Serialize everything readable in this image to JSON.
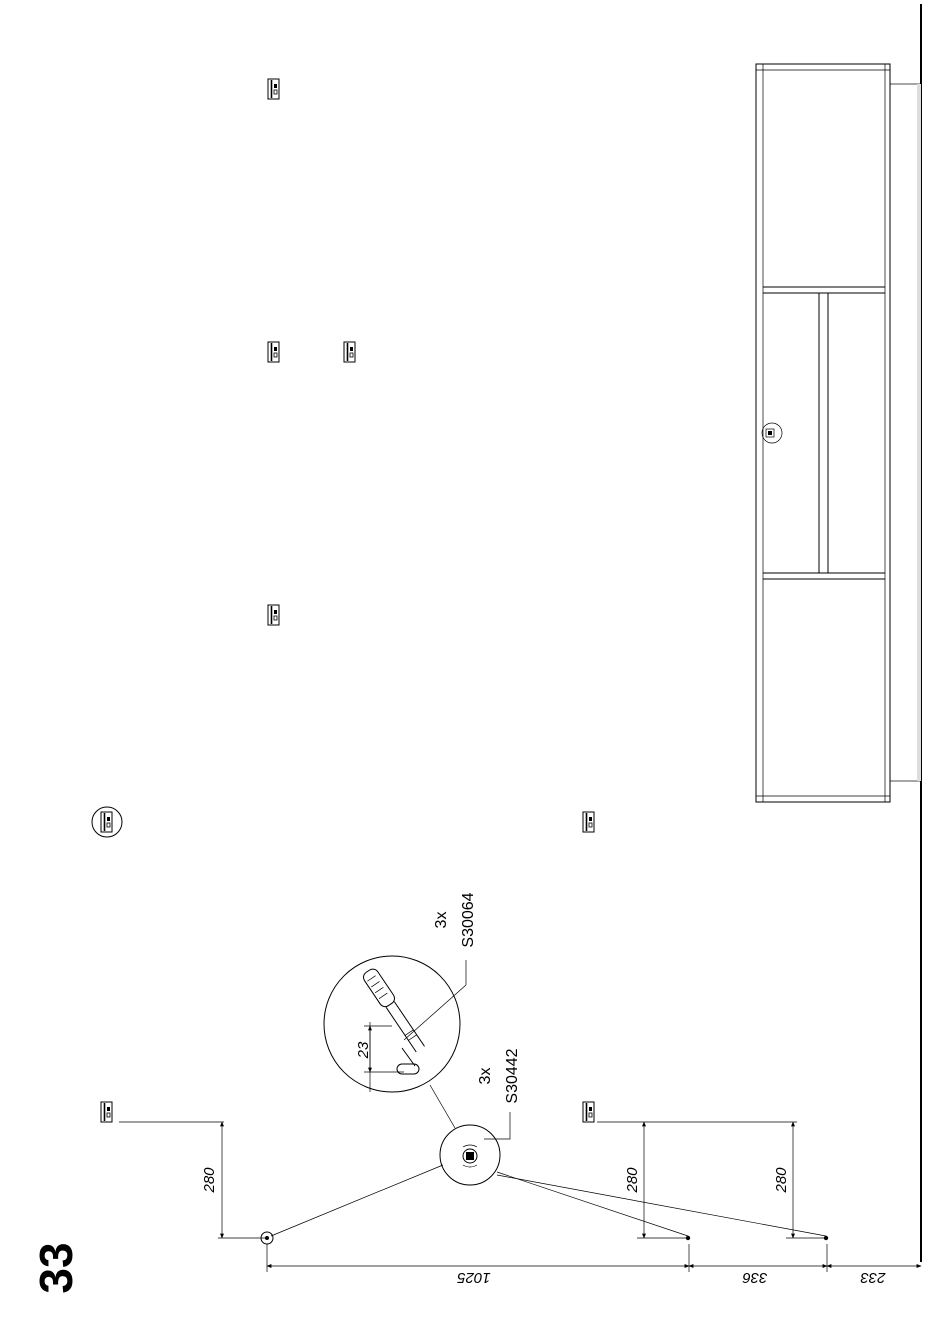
{
  "step": {
    "number": "33"
  },
  "dimensions": {
    "vertical_left": "280",
    "vertical_mid": "280",
    "vertical_right": "280",
    "bottom_left": "1025",
    "bottom_mid": "336",
    "bottom_right": "233",
    "detail_depth": "23"
  },
  "parts": {
    "wall_plug": {
      "quantity": "3x",
      "code": "S30064"
    },
    "bracket": {
      "quantity": "3x",
      "code": "S30442"
    }
  },
  "icons": {
    "hinge": "hinge-marker-icon",
    "hinge_circled": "circled-hinge-icon",
    "screw_head": "screw-head-icon",
    "drill_point": "drill-point-icon"
  }
}
